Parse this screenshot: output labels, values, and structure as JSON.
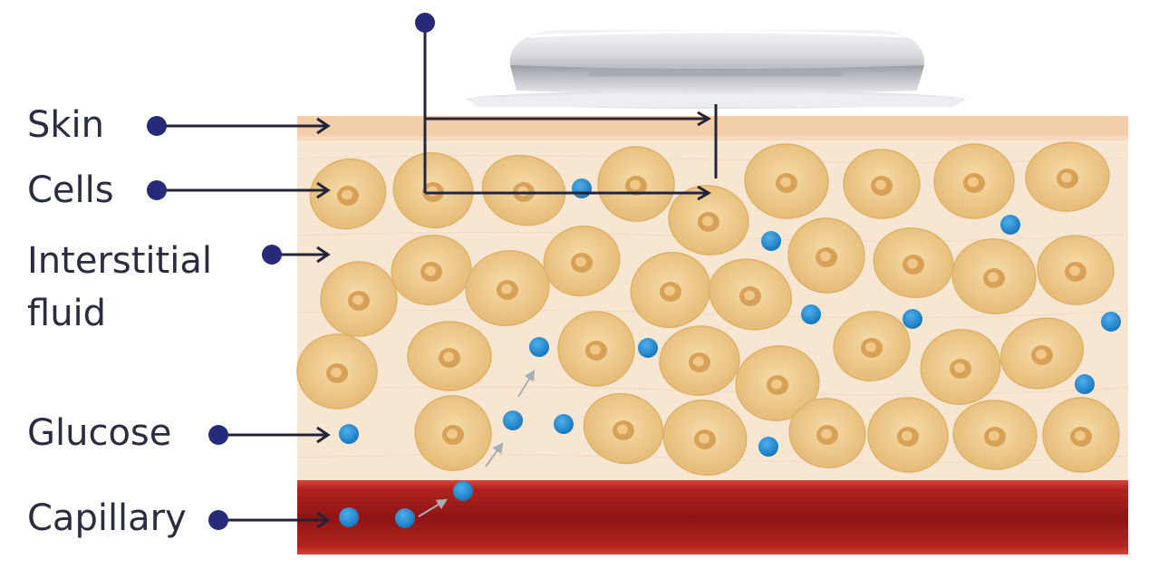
{
  "labels": {
    "skin": "Skin",
    "cells": "Cells",
    "interstitial_line1": "Interstitial",
    "interstitial_line2": "fluid",
    "glucose": "Glucose",
    "capillary": "Capillary"
  },
  "icons": {
    "sensor": "cgm-sensor-icon",
    "cell": "skin-cell-icon",
    "glucose": "glucose-molecule-icon"
  },
  "colors": {
    "label_text": "#2a2d40",
    "pointer_dot": "#262a78",
    "pointer_line": "#23243a",
    "skin_band": "#f3ceab",
    "tissue": "#f7e6d2",
    "cell_fill": "#ecc98a",
    "cell_nucleus": "#d7a257",
    "glucose": "#1e86cc",
    "capillary": "#a4191b",
    "capillary_edge": "#d8413a"
  }
}
